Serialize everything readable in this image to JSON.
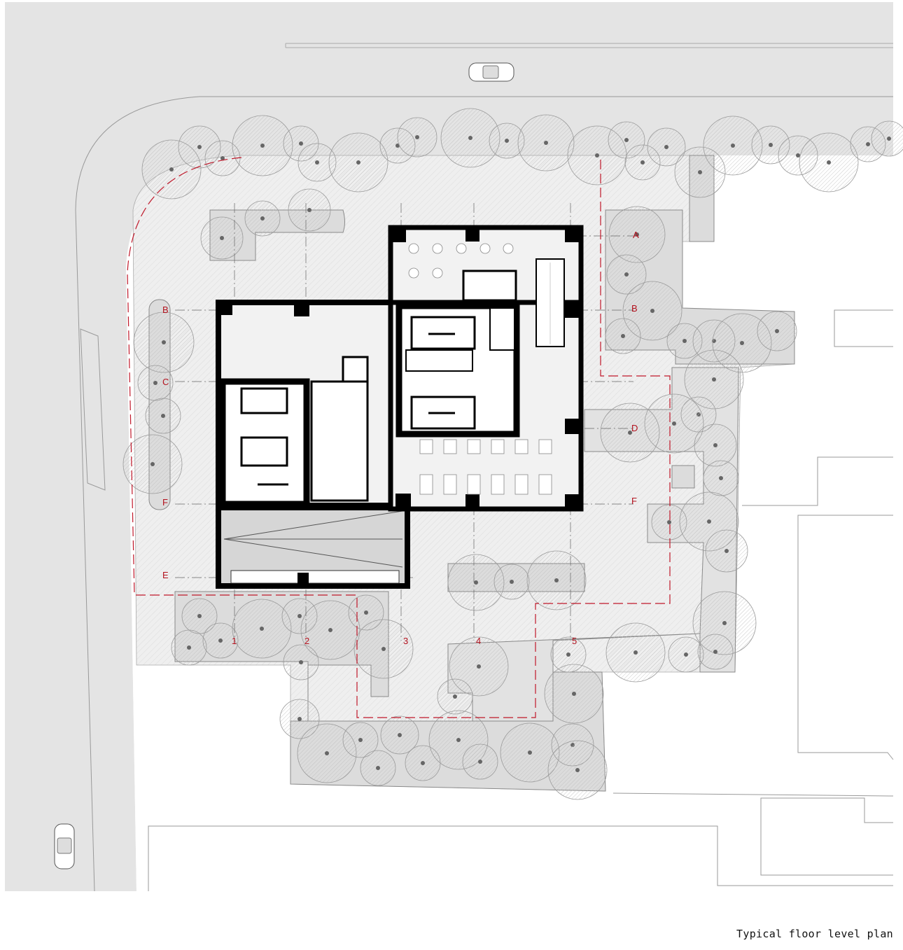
{
  "caption": "Typical floor level plan",
  "grid_labels": {
    "rows": {
      "A": "A",
      "B": "B",
      "C": "C",
      "D": "D",
      "E": "E",
      "F": "F"
    },
    "columns": {
      "c1": "1",
      "c2": "2",
      "c3": "3",
      "c4": "4",
      "c5": "5"
    }
  },
  "colors": {
    "grid_label": "#b3121e",
    "wall": "#000000",
    "street": "#e4e4e4",
    "plaza": "#eeeeee",
    "tree": "#c8c8c8"
  }
}
